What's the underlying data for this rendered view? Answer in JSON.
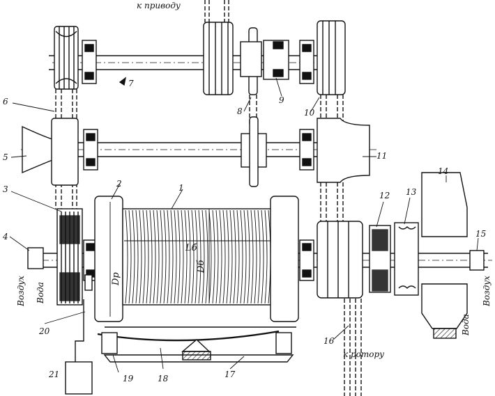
{
  "notes": {
    "to_drive": "к приводу",
    "to_rotor": "к ротору",
    "air_left": "Воздух",
    "water_left": "Вода",
    "air_right": "Воздух",
    "water_right": "Вода"
  },
  "dimensions": {
    "ls": "Lб",
    "db": "Dб",
    "dr": "Dр"
  },
  "callouts": [
    "1",
    "2",
    "3",
    "4",
    "5",
    "6",
    "7",
    "8",
    "9",
    "10",
    "11",
    "12",
    "13",
    "14",
    "15",
    "16",
    "17",
    "18",
    "19",
    "20",
    "21"
  ],
  "colors": {
    "ink": "#111111",
    "paper": "#ffffff"
  }
}
